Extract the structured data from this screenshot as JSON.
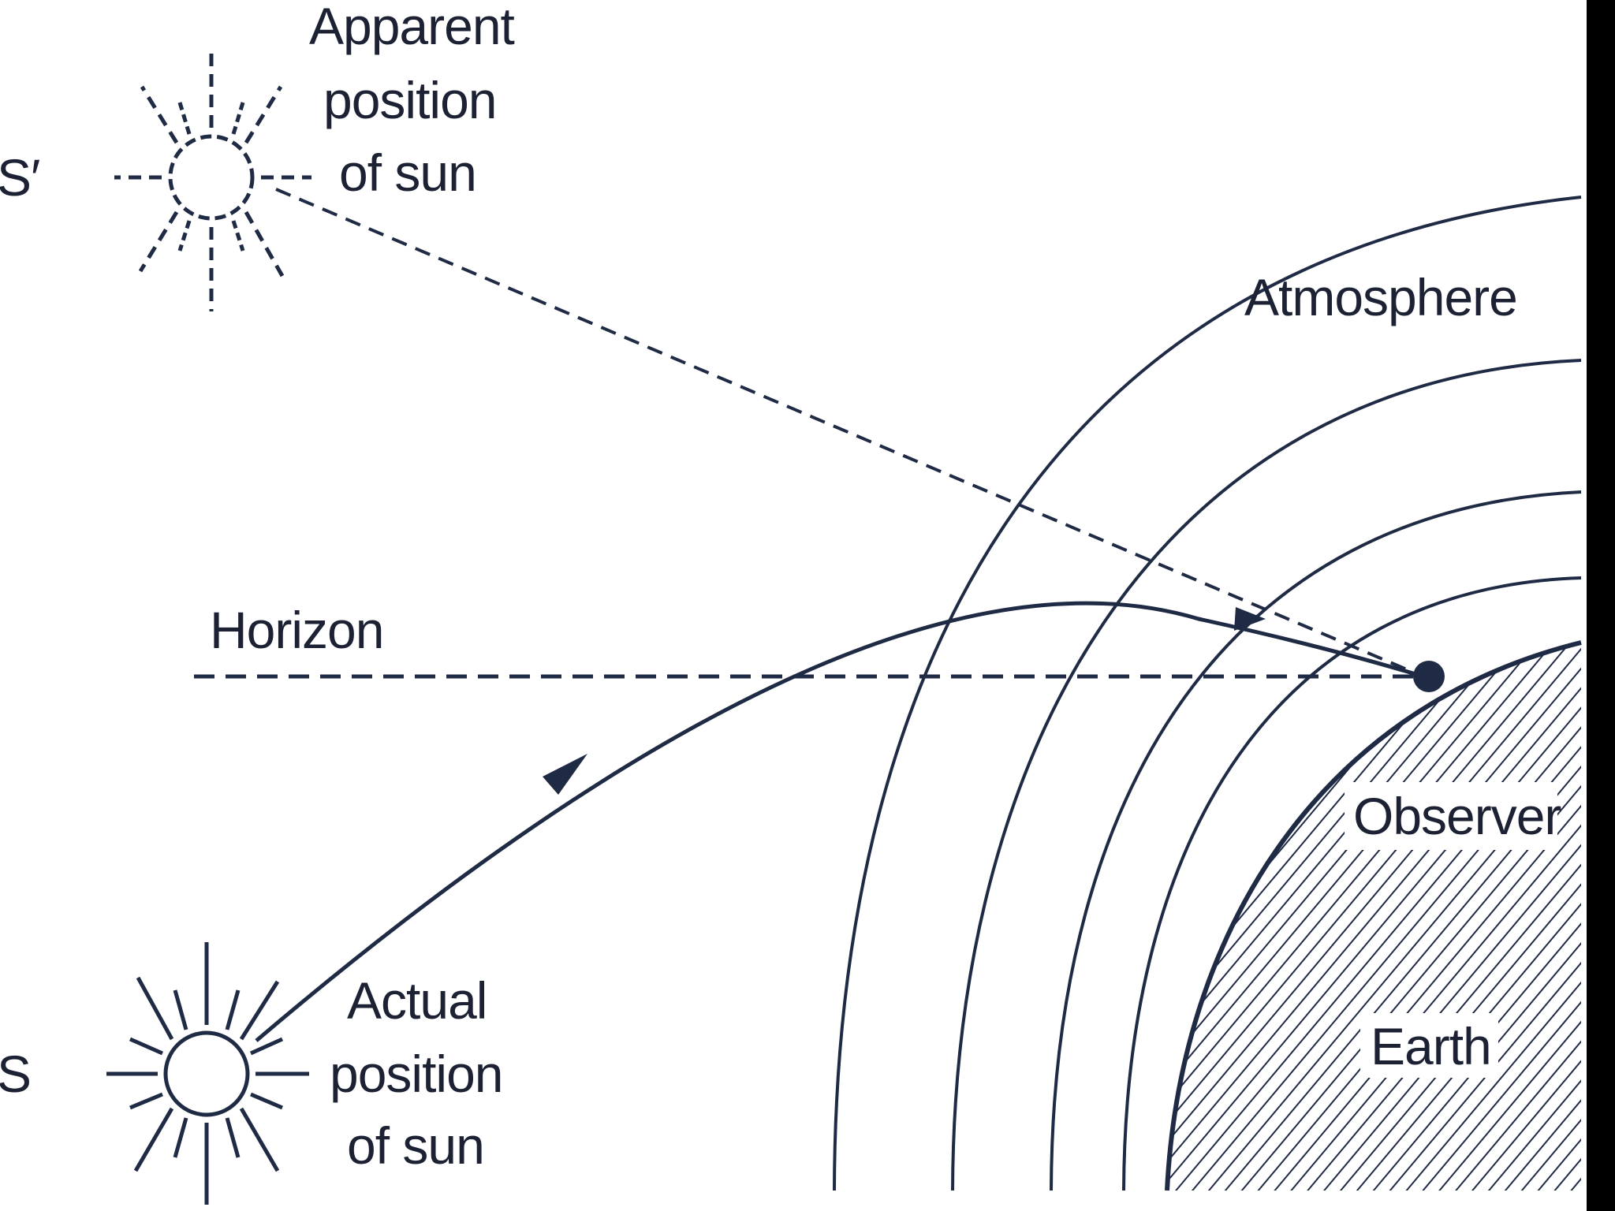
{
  "labels": {
    "apparent_marker": "S′",
    "apparent_line1": "Apparent",
    "apparent_line2": "position",
    "apparent_line3": "of sun",
    "actual_marker": "S",
    "actual_line1": "Actual",
    "actual_line2": "position",
    "actual_line3": "of sun",
    "horizon": "Horizon",
    "atmosphere": "Atmosphere",
    "observer": "Observer",
    "earth": "Earth"
  },
  "colors": {
    "ink": "#1f2a44",
    "background": "#ffffff",
    "right_border": "#000000"
  }
}
